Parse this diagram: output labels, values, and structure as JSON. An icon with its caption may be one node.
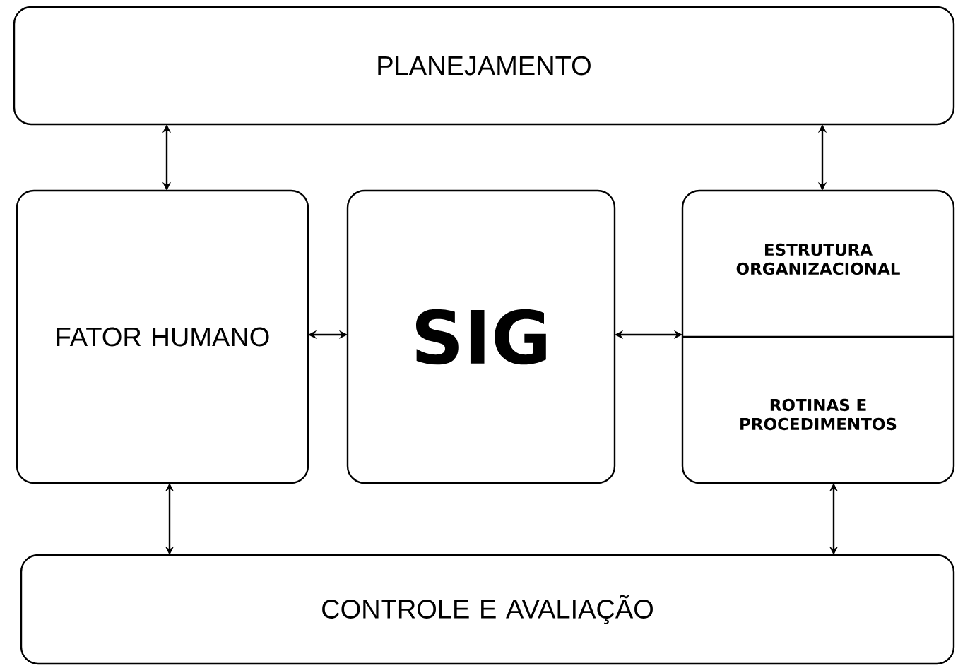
{
  "diagram": {
    "nodes": [
      {
        "text": [
          "PLANEJAMENTO"
        ]
      },
      {
        "text": [
          "FATOR HUMANO"
        ]
      },
      {
        "text": [
          "SIG"
        ]
      },
      {
        "text": [
          "ESTRUTURA ORGANIZACIONAL",
          "ROTINAS E PROCEDIMENTOS"
        ]
      },
      {
        "text": [
          "CONTROLE E AVALIAÇÃO"
        ]
      }
    ],
    "edges": [
      {
        "from": 0,
        "to": 1,
        "arrow": "both"
      },
      {
        "from": 0,
        "to": 3,
        "arrow": "both"
      },
      {
        "from": 1,
        "to": 2,
        "arrow": "both"
      },
      {
        "from": 2,
        "to": 3,
        "arrow": "both"
      },
      {
        "from": 1,
        "to": 4,
        "arrow": "both"
      },
      {
        "from": 3,
        "to": 4,
        "arrow": "both"
      }
    ]
  }
}
